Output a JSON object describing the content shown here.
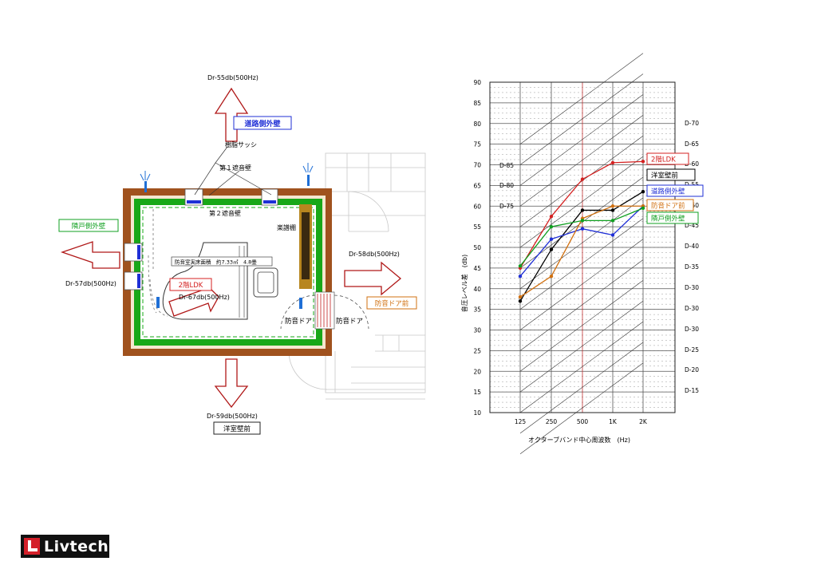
{
  "plan": {
    "labels": {
      "top_db": "Dr-55db(500Hz)",
      "top_tag": "道路側外壁",
      "sash": "樹脂サッシ",
      "wall1": "第１遮音壁",
      "wall2": "第２遮音壁",
      "shelf": "楽譜棚",
      "area": "防音室実床面積　約7.33㎡　4.8畳",
      "ldk_tag": "2階LDK",
      "ldk_db": "Dr-67db(500Hz)",
      "left_tag": "隣戸側外壁",
      "left_db": "Dr-57db(500Hz)",
      "right_db": "Dr-58db(500Hz)",
      "right_tag": "防音ドア前",
      "door1": "防音ドア",
      "door2": "防音ドア",
      "bottom_db": "Dr-59db(500Hz)",
      "bottom_tag": "洋室壁前"
    }
  },
  "chart_data": {
    "type": "line",
    "x": [
      "125",
      "250",
      "500",
      "1K",
      "2K"
    ],
    "xlabel": "オクターブバンド中心周波数　(Hz)",
    "ylabel": "音圧レベル差　(db)",
    "ylim": [
      10,
      90
    ],
    "yticks": [
      "10",
      "15",
      "20",
      "25",
      "30",
      "35",
      "40",
      "45",
      "50",
      "55",
      "60",
      "65",
      "70",
      "75",
      "80",
      "85",
      "90"
    ],
    "grid": true,
    "right_labels": [
      "D-70",
      "D-65",
      "D-60",
      "D-55",
      "D-50",
      "D-45",
      "D-40",
      "D-35",
      "D-30",
      "D-30",
      "D-30",
      "D-25",
      "D-20",
      "D-15"
    ],
    "inner_labels": [
      "D-85",
      "D-80",
      "D-75"
    ],
    "series": [
      {
        "name": "2階LDK",
        "color": "#d42020",
        "values": [
          45,
          57.5,
          66.5,
          70.5,
          70.8
        ]
      },
      {
        "name": "洋室壁前",
        "color": "#000000",
        "values": [
          37,
          49.5,
          59,
          59,
          63.5
        ]
      },
      {
        "name": "道路側外壁",
        "color": "#1f2fd6",
        "values": [
          43,
          52,
          54.5,
          53,
          60
        ]
      },
      {
        "name": "防音ドア前",
        "color": "#d07010",
        "values": [
          38,
          43,
          57,
          60,
          60
        ]
      },
      {
        "name": "隣戸側外壁",
        "color": "#10a020",
        "values": [
          45.5,
          55,
          56.5,
          56.5,
          59.5
        ]
      }
    ]
  },
  "logo": {
    "text": "Livtech"
  }
}
